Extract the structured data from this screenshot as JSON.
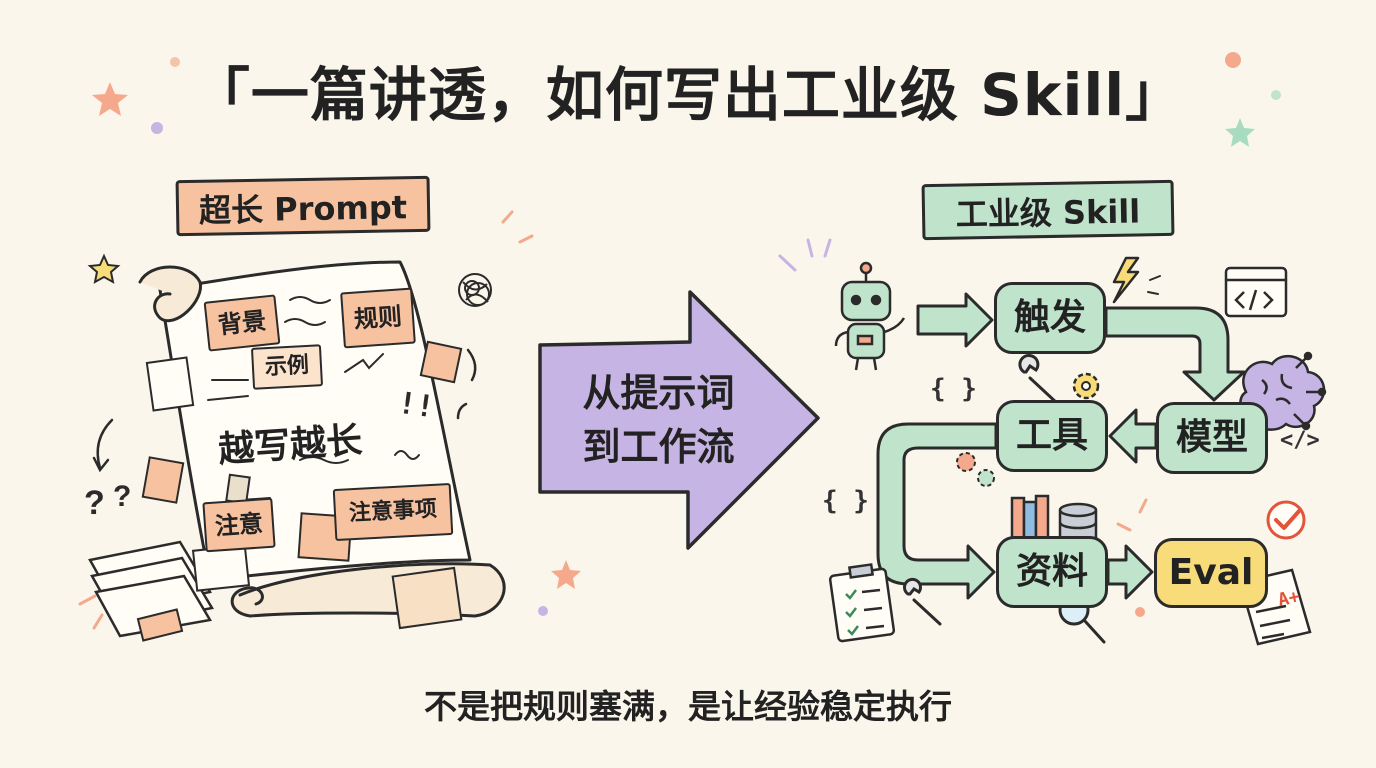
{
  "title": "「一篇讲透，如何写出工业级 Skill」",
  "subtitle": "不是把规则塞满，是让经验稳定执行",
  "left_panel": {
    "label": "超长 Prompt",
    "notes": [
      "背景",
      "规则",
      "示例",
      "注意",
      "注意事项"
    ],
    "scroll_text": "越写越长"
  },
  "center_arrow": {
    "line1": "从提示词",
    "line2": "到工作流"
  },
  "right_panel": {
    "label": "工业级 Skill",
    "nodes": {
      "trigger": "触发",
      "model": "模型",
      "tools": "工具",
      "materials": "资料",
      "eval": "Eval"
    }
  },
  "decor": {
    "code_symbol": "</>",
    "braces": "{ }",
    "exclaim": "!!",
    "grade": "A+"
  },
  "colors": {
    "background": "#FBF6EC",
    "left_label": "#F7C2A0",
    "right_label": "#BFE3CB",
    "node": "#BFE3CB",
    "eval": "#F8DC79",
    "arrow": "#C6B4E4",
    "note": "#F7C2A0"
  }
}
